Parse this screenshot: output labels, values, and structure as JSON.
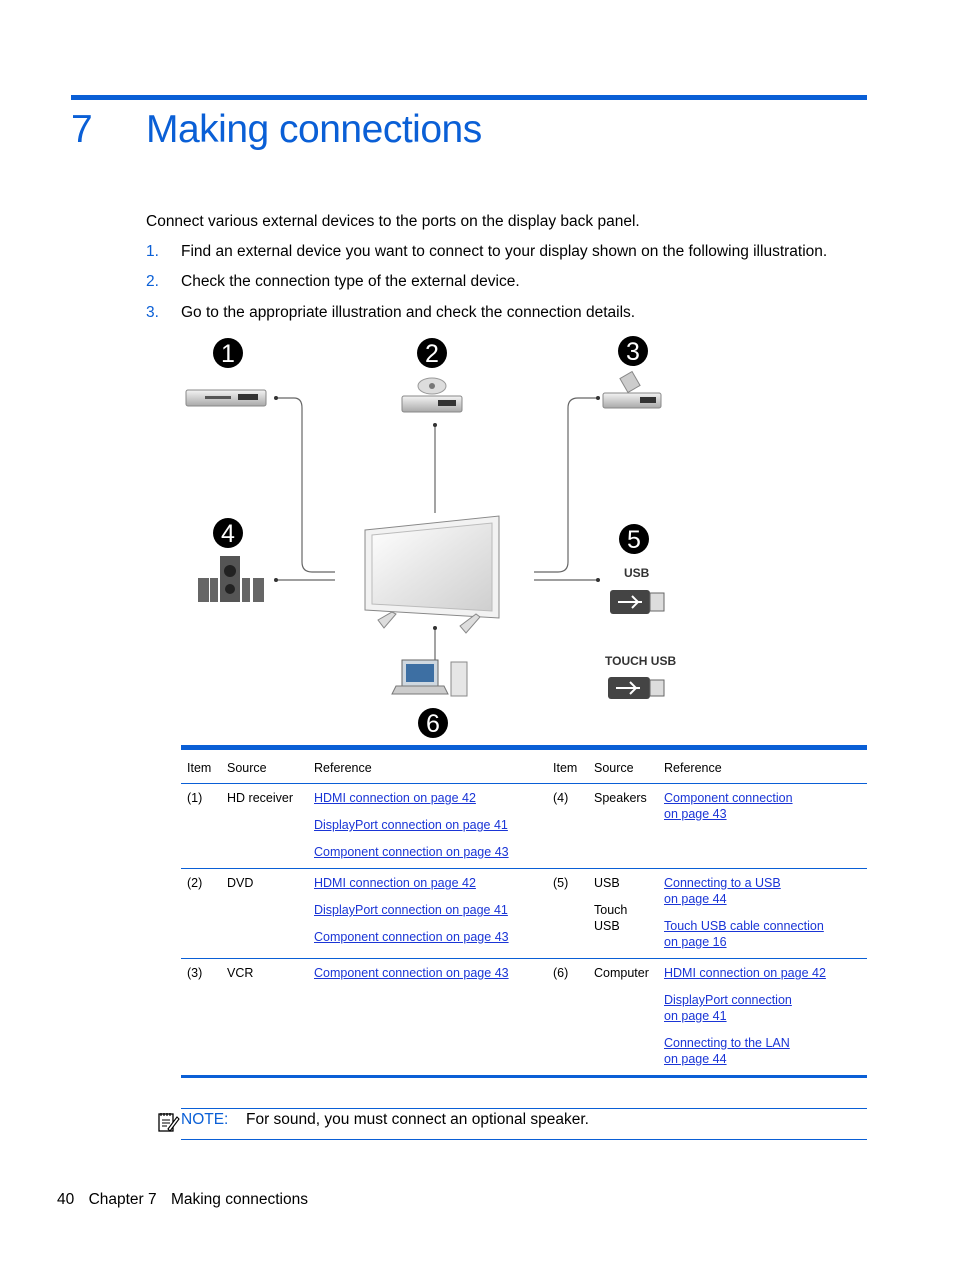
{
  "chapter": {
    "number": "7",
    "title": "Making connections"
  },
  "intro": "Connect various external devices to the ports on the display back panel.",
  "steps": [
    {
      "num": "1.",
      "text": "Find an external device you want to connect to your display shown on the following illustration."
    },
    {
      "num": "2.",
      "text": "Check the connection type of the external device."
    },
    {
      "num": "3.",
      "text": "Go to the appropriate illustration and check the connection details."
    }
  ],
  "illustration": {
    "markers": [
      "1",
      "2",
      "3",
      "4",
      "5",
      "6"
    ],
    "usb_label": "USB",
    "touch_usb_label": "TOUCH USB"
  },
  "table": {
    "headers": {
      "item": "Item",
      "source": "Source",
      "reference": "Reference"
    },
    "rows": [
      {
        "left": {
          "item": "(1)",
          "source": "HD receiver",
          "refs": [
            "HDMI connection on page 42",
            "DisplayPort connection on page 41",
            "Component connection on page 43"
          ]
        },
        "right": {
          "item": "(4)",
          "source": "Speakers",
          "refs": [
            [
              "Component connection",
              "on page 43"
            ]
          ]
        }
      },
      {
        "left": {
          "item": "(2)",
          "source": "DVD",
          "refs": [
            "HDMI connection on page 42",
            "DisplayPort connection on page 41",
            "Component connection on page 43"
          ]
        },
        "right": {
          "item": "(5)",
          "source": "USB",
          "source2a": "Touch",
          "source2b": "USB",
          "refs": [
            [
              "Connecting to a USB",
              "on page 44"
            ],
            [
              "Touch USB cable connection",
              "on page 16"
            ]
          ]
        }
      },
      {
        "left": {
          "item": "(3)",
          "source": "VCR",
          "refs": [
            "Component connection on page 43"
          ]
        },
        "right": {
          "item": "(6)",
          "source": "Computer",
          "refs": [
            [
              "HDMI connection on page 42"
            ],
            [
              "DisplayPort connection",
              "on page 41"
            ],
            [
              "Connecting to the LAN",
              "on page 44"
            ]
          ]
        }
      }
    ]
  },
  "note": {
    "label": "NOTE:",
    "text": "For sound, you must connect an optional speaker."
  },
  "footer": {
    "page": "40",
    "chapter": "Chapter 7",
    "title": "Making connections"
  },
  "colors": {
    "accent": "#0a5fd6",
    "link": "#1a35d6"
  }
}
